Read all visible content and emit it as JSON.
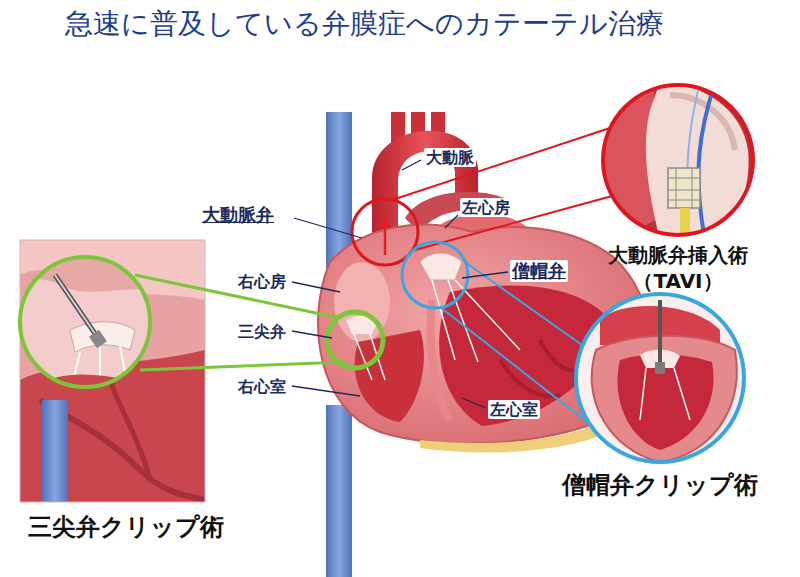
{
  "diagram": {
    "title": "急速に普及している弁膜症へのカテーテル治療",
    "nodes": [
      {
        "text": [
          "大動脈弁挿入術 （TAVI）"
        ]
      },
      {
        "text": [
          "僧帽弁クリップ術"
        ]
      },
      {
        "text": [
          "三尖弁クリップ術"
        ]
      }
    ],
    "labels": [
      "大動脈",
      "大動脈弁",
      "左心房",
      "僧帽弁",
      "右心房",
      "三尖弁",
      "右心室",
      "左心室"
    ]
  }
}
